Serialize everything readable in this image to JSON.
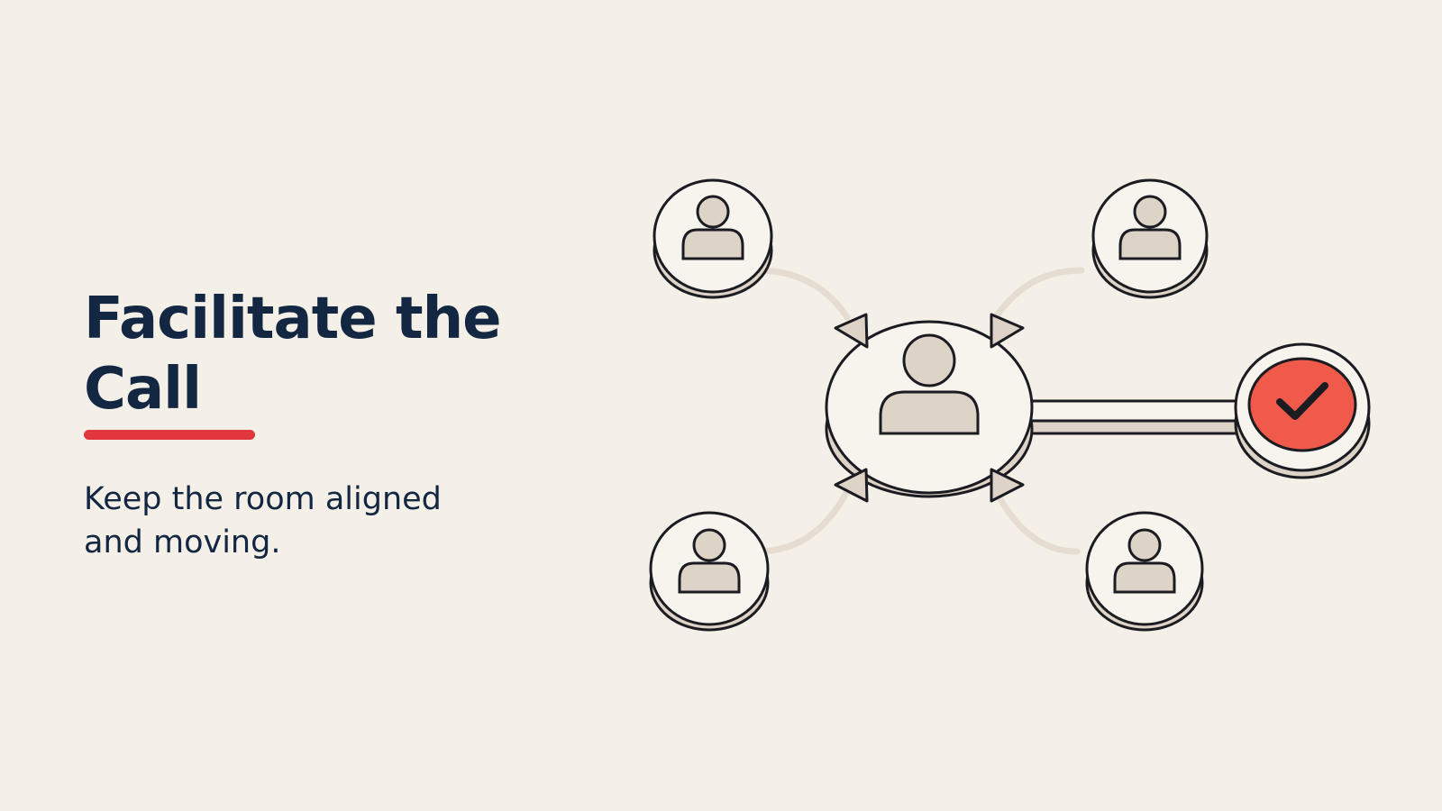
{
  "slide": {
    "title_line1": "Facilitate the",
    "title_line2": "Call",
    "subtitle": "Keep the room aligned and moving."
  },
  "colors": {
    "background": "#f4f0e8",
    "text": "#132743",
    "accent": "#e2363d",
    "node_fill": "#f7f4ee",
    "node_side": "#ded3c7",
    "avatar": "#ded3c7",
    "check_fill": "#f05a4b",
    "outline": "#1b1b22",
    "connector": "#e5ddd1"
  },
  "diagram": {
    "center_node": "facilitator-avatar-icon",
    "participant_nodes": [
      "participant-avatar-icon",
      "participant-avatar-icon",
      "participant-avatar-icon",
      "participant-avatar-icon"
    ],
    "outcome_node": "checkmark-icon",
    "direction_markers": "arrow-triangle-icon"
  }
}
